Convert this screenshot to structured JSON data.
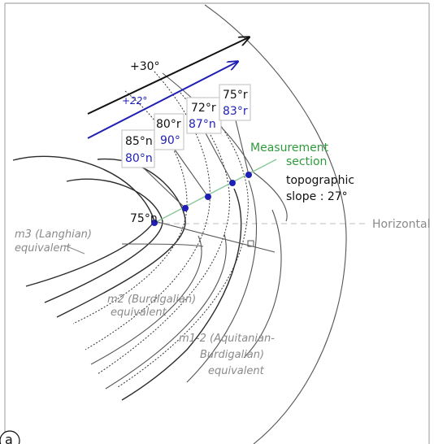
{
  "figure_letter": "a",
  "arrows": {
    "black_label": "+30°",
    "blue_label": "+22°"
  },
  "readings": [
    {
      "top": "85°n",
      "bottom": "80°n"
    },
    {
      "top": "80°r",
      "bottom": "90°"
    },
    {
      "top": "72°r",
      "bottom": "87°n"
    },
    {
      "top": "75°r",
      "bottom": "83°r"
    }
  ],
  "base_reading": "75°n",
  "measurement_label": {
    "line1": "Measurement",
    "line2": "section"
  },
  "slope_label": {
    "line1": "topographic",
    "line2": "slope : 27°"
  },
  "horizontal_label": "Horizontal",
  "units": {
    "m3": {
      "line1": "m3 (Langhian)",
      "line2": "equivalent"
    },
    "m2": {
      "line1": "m2 (Burdigalian)",
      "line2": "equivalent"
    },
    "m12": {
      "line1": "m1-2 (Aquitanian-",
      "line2": "Burdigalian)",
      "line3": "equivalent"
    }
  },
  "colors": {
    "black_text": "#111111",
    "blue": "#1f1fb4",
    "green": "#2f9a3c",
    "grey_text": "#8a8a8a",
    "grey_line": "#c9c9c9"
  }
}
